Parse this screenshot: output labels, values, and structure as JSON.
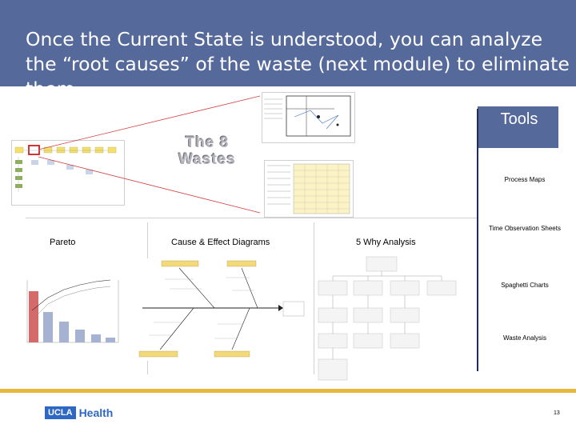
{
  "header": {
    "title": "Once the Current State is understood, you can analyze the “root causes” of the waste (next module) to eliminate them",
    "bg_color": "#56699b"
  },
  "tools_panel": {
    "title": "Tools",
    "items": [
      {
        "label": "Process Maps"
      },
      {
        "label": "Time Observation Sheets"
      },
      {
        "label": "Spaghetti Charts"
      },
      {
        "label": "Waste Analysis"
      }
    ]
  },
  "main": {
    "wastes_label": "The 8 Wastes",
    "analysis_labels": {
      "pareto": "Pareto",
      "cause_effect": "Cause & Effect Diagrams",
      "five_why": "5 Why Analysis"
    }
  },
  "footer": {
    "logo_box": "UCLA",
    "logo_text": "Health",
    "page_number": "13",
    "accent_color": "#e8b83d"
  }
}
